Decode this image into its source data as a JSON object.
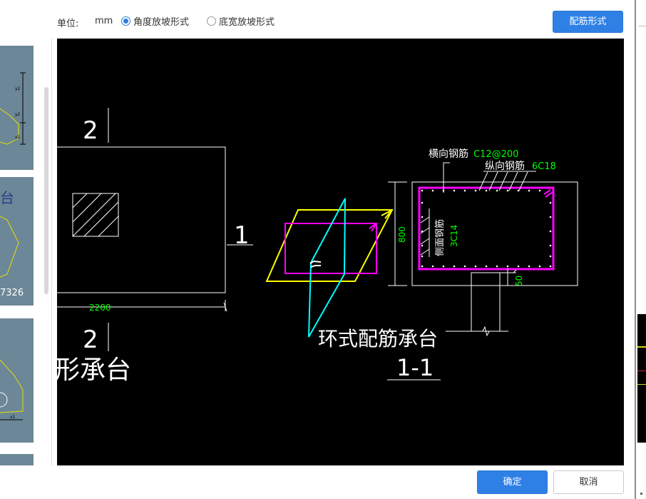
{
  "toolbar": {
    "unit_label": "单位:",
    "unit_value": "mm",
    "radio_angle": "角度放坡形式",
    "radio_width": "底宽放坡形式",
    "selected": "angle",
    "rebar_form_button": "配筋形式"
  },
  "thumbnails": {
    "item2_label": "台",
    "item2_value": "7326",
    "item1_dims": [
      "y2",
      "y1"
    ],
    "item3_dim": "x1"
  },
  "drawing": {
    "section_mark_2_top": "2",
    "section_mark_2_bottom": "2",
    "section_mark_1": "1",
    "width_dim": "2200",
    "plan_title_partial": "形承台",
    "main_title": "环式配筋承台",
    "section_title": "1-1",
    "transverse_rebar_label": "横向钢筋",
    "transverse_rebar_value": "C12@200",
    "longitudinal_rebar_label": "纵向钢筋",
    "longitudinal_rebar_value": "6C18",
    "side_rebar_label": "侧面钢筋",
    "side_rebar_value": "3C14",
    "height_dim": "800",
    "cover_dim": "50"
  },
  "colors": {
    "accent": "#2f80e5",
    "cad_background": "#000000",
    "dim_green": "#00ff00",
    "rebar_magenta": "#ff00ff",
    "slope_yellow": "#ffff00",
    "cyan": "#00ffff"
  },
  "footer": {
    "ok_button": "确定",
    "cancel_button": "取消"
  }
}
